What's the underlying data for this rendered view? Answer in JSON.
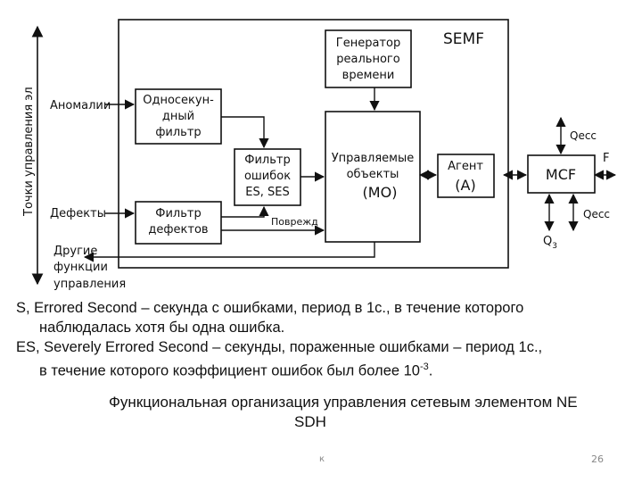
{
  "diagram": {
    "axis_label": "Точки управления эл",
    "semf_label": "SEMF",
    "generator": [
      "Генератор",
      "реального",
      "времени"
    ],
    "one_second_filter": [
      "Односекун-",
      "дный",
      "фильтр"
    ],
    "error_filter": [
      "Фильтр",
      "ошибок",
      "ES, SES"
    ],
    "defect_filter": [
      "Фильтр",
      "дефектов"
    ],
    "managed_objects": [
      "Управляемые",
      "объекты"
    ],
    "managed_objects_abbr": "(МО)",
    "agent": "Агент",
    "agent_abbr": "(А)",
    "mcf": "MCF",
    "anomalies": "Аномалии",
    "defects": "Дефекты",
    "other_functions": [
      "Другие",
      "функции",
      "управления"
    ],
    "damage": "Поврежд",
    "qecc_top": "Qecc",
    "qecc_bottom": "Qecc",
    "f_label": "F",
    "q3_main": "Q",
    "q3_sub": "3"
  },
  "definitions": {
    "s_line1": "S, Errored Second – секунда с ошибками, период в 1с., в течение которого",
    "s_line2": "наблюдалась хотя бы одна ошибка.",
    "es_line1": "ES, Severely Errored Second – секунды, пораженные ошибками – период 1с.,",
    "es_line2_prefix": "в течение которого коэффициент ошибок был более 10",
    "es_line2_exp": "-3",
    "es_line2_suffix": "."
  },
  "caption": {
    "line1": "Функциональная организация управления сетевым элементом NE",
    "line2": "SDH"
  },
  "footer": {
    "left_mark": "к",
    "page_number": "26"
  }
}
